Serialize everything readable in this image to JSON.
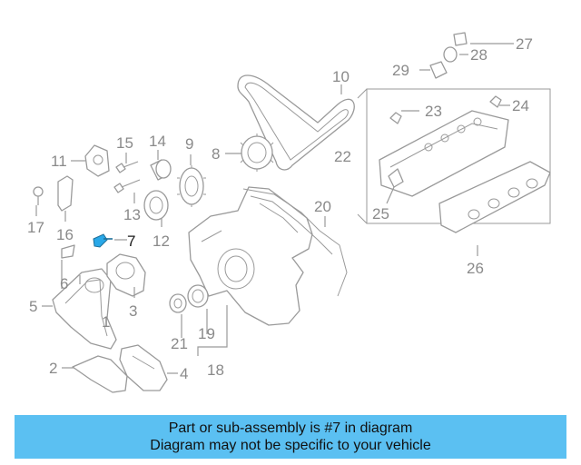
{
  "callouts": [
    "1",
    "2",
    "3",
    "4",
    "5",
    "6",
    "7",
    "8",
    "9",
    "10",
    "11",
    "12",
    "13",
    "14",
    "15",
    "16",
    "17",
    "18",
    "19",
    "20",
    "21",
    "22",
    "23",
    "24",
    "25",
    "26",
    "27",
    "28",
    "29"
  ],
  "highlighted_callout": "7",
  "colors": {
    "banner_bg": "#5bc0f2",
    "highlight": "#29a8e8",
    "line_art": "#9a9a9a",
    "callout_text": "#8a8a8a"
  },
  "banner": {
    "line1": "Part or sub-assembly is #7 in diagram",
    "line2": "Diagram may not be specific to your vehicle"
  }
}
